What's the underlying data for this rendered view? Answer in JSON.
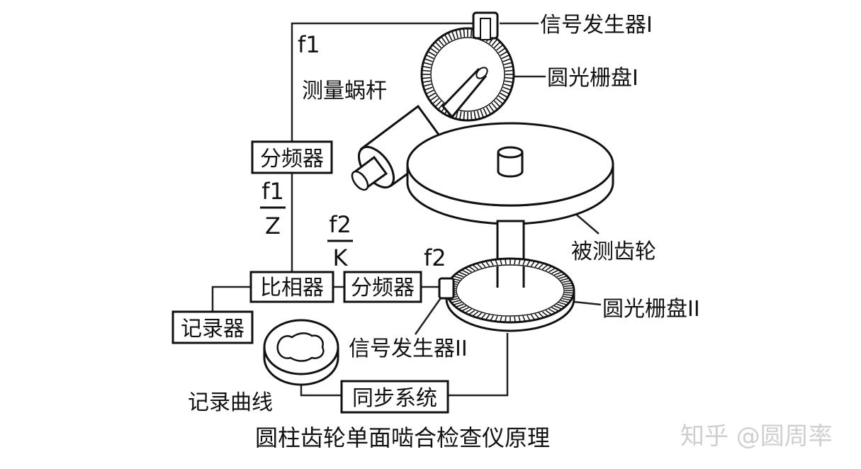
{
  "labels": {
    "signal_gen_1": "信号发生器I",
    "grating_disc_1": "圆光栅盘I",
    "measuring_worm": "测量蜗杆",
    "gear_under_test": "被测齿轮",
    "grating_disc_2": "圆光栅盘II",
    "signal_gen_2": "信号发生器II",
    "record_curve": "记录曲线"
  },
  "blocks": {
    "divider_top": "分频器",
    "phase_comparator": "比相器",
    "divider_bottom": "分频器",
    "recorder": "记录器",
    "sync_system": "同步系统"
  },
  "signals": {
    "f1": "f1",
    "f1_over_z_num": "f1",
    "f1_over_z_den": "Z",
    "f2_over_k_num": "f2",
    "f2_over_k_den": "K",
    "f2": "f2"
  },
  "caption": "圆柱齿轮单面啮合检查仪原理",
  "watermark": "知乎 @圆周率"
}
